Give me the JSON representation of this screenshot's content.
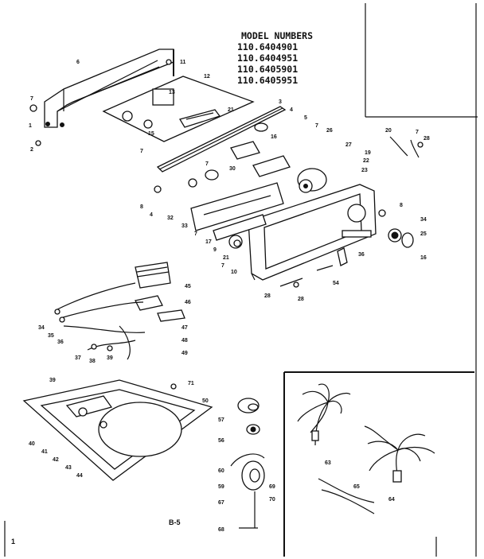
{
  "model_numbers": {
    "title": "MODEL NUMBERS",
    "items": [
      "110.6404901",
      "110.6404951",
      "110.6405901",
      "110.6405951"
    ]
  },
  "page_label": "B-5",
  "footer_mark": "1",
  "callouts": {
    "c1": "1",
    "c2": "2",
    "c3": "3",
    "c4": "4",
    "c5": "5",
    "c6": "6",
    "c7": "7",
    "c8": "8",
    "c9": "9",
    "c10": "10",
    "c11": "11",
    "c12": "12",
    "c13": "13",
    "c15": "15",
    "c16": "16",
    "c17": "17",
    "c19": "19",
    "c20": "20",
    "c21": "21",
    "c22": "22",
    "c23": "23",
    "c25": "25",
    "c26": "26",
    "c27": "27",
    "c28": "28",
    "c30": "30",
    "c32": "32",
    "c33": "33",
    "c34": "34",
    "c35": "35",
    "c36": "36",
    "c37": "37",
    "c38": "38",
    "c39": "39",
    "c40": "40",
    "c41": "41",
    "c42": "42",
    "c43": "43",
    "c44": "44",
    "c45": "45",
    "c46": "46",
    "c47": "47",
    "c48": "48",
    "c49": "49",
    "c50": "50",
    "c54": "54",
    "c56": "56",
    "c57": "57",
    "c59": "59",
    "c60": "60",
    "c63": "63",
    "c64": "64",
    "c65": "65",
    "c67": "67",
    "c68": "68",
    "c69": "69",
    "c70": "70",
    "c71": "71"
  }
}
